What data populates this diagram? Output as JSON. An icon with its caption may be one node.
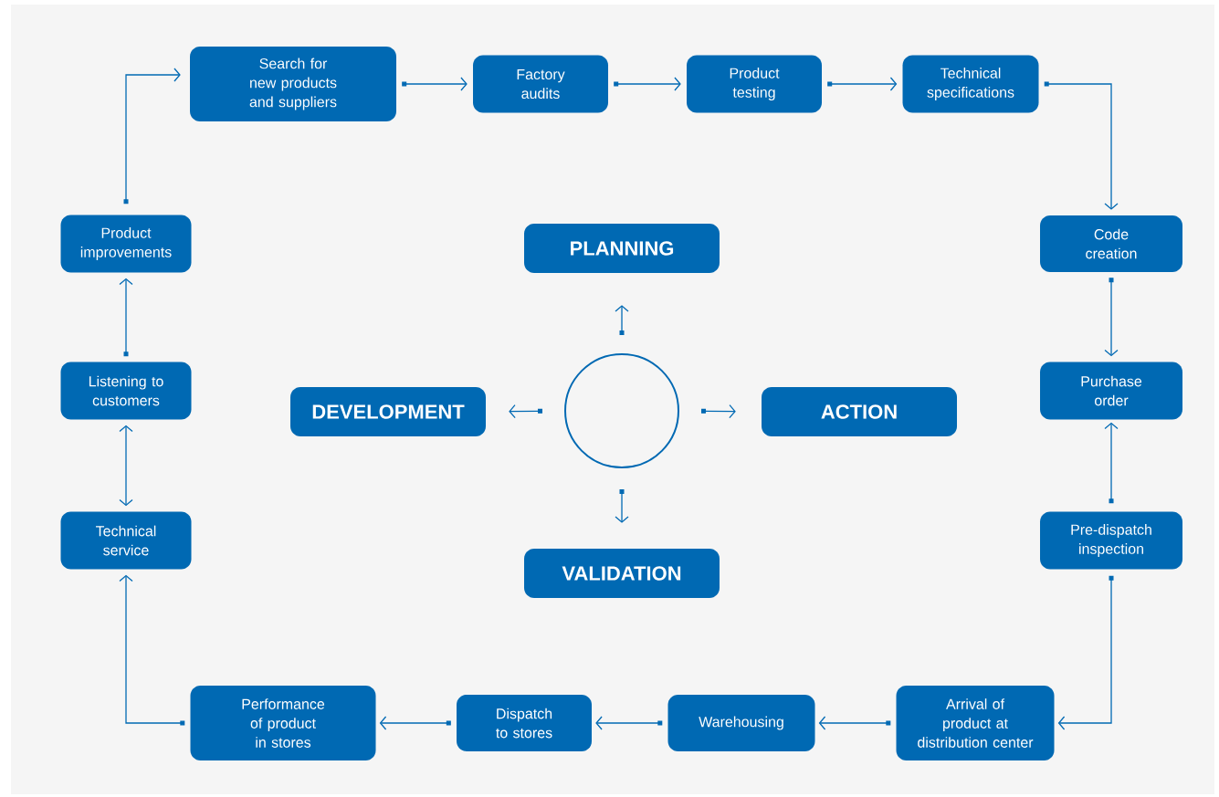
{
  "diagram": {
    "nodes": [
      {
        "text": [
          "Search for new products and suppliers"
        ]
      },
      {
        "text": [
          "Factory audits"
        ]
      },
      {
        "text": [
          "Product testing"
        ]
      },
      {
        "text": [
          "Technical specifications"
        ]
      },
      {
        "text": [
          "Code creation"
        ]
      },
      {
        "text": [
          "Purchase order"
        ]
      },
      {
        "text": [
          "Pre-dispatch inspection"
        ]
      },
      {
        "text": [
          "Arrival of product at distribution center"
        ]
      },
      {
        "text": [
          "Warehousing"
        ]
      },
      {
        "text": [
          "Dispatch to stores"
        ]
      },
      {
        "text": [
          "Performance of product in stores"
        ]
      },
      {
        "text": [
          "Technical service"
        ]
      },
      {
        "text": [
          "Listening to customers"
        ]
      },
      {
        "text": [
          "Product improvements"
        ]
      },
      {
        "text": [
          "PLANNING"
        ]
      },
      {
        "text": [
          "DEVELOPMENT"
        ]
      },
      {
        "text": [],
        "shape": "circle"
      },
      {
        "text": [
          "ACTION"
        ]
      },
      {
        "text": [
          "VALIDATION"
        ]
      }
    ],
    "edges": [
      {
        "from": 0,
        "to": 1,
        "arrow": "to"
      },
      {
        "from": 1,
        "to": 2,
        "arrow": "to"
      },
      {
        "from": 2,
        "to": 3,
        "arrow": "to"
      },
      {
        "from": 3,
        "to": 4,
        "arrow": "to"
      },
      {
        "from": 4,
        "to": 5,
        "arrow": "to"
      },
      {
        "from": 6,
        "to": 5,
        "arrow": "to"
      },
      {
        "from": 6,
        "to": 7,
        "arrow": "to"
      },
      {
        "from": 7,
        "to": 8,
        "arrow": "to"
      },
      {
        "from": 8,
        "to": 9,
        "arrow": "to"
      },
      {
        "from": 9,
        "to": 10,
        "arrow": "to"
      },
      {
        "from": 10,
        "to": 11,
        "arrow": "to"
      },
      {
        "from": 12,
        "to": 11,
        "arrow": "both"
      },
      {
        "from": 12,
        "to": 13,
        "arrow": "to"
      },
      {
        "from": 13,
        "to": 0,
        "arrow": "to"
      },
      {
        "from": 16,
        "to": 14,
        "arrow": "to"
      },
      {
        "from": 16,
        "to": 15,
        "arrow": "to"
      },
      {
        "from": 16,
        "to": 17,
        "arrow": "to"
      },
      {
        "from": 16,
        "to": 18,
        "arrow": "to"
      }
    ]
  }
}
